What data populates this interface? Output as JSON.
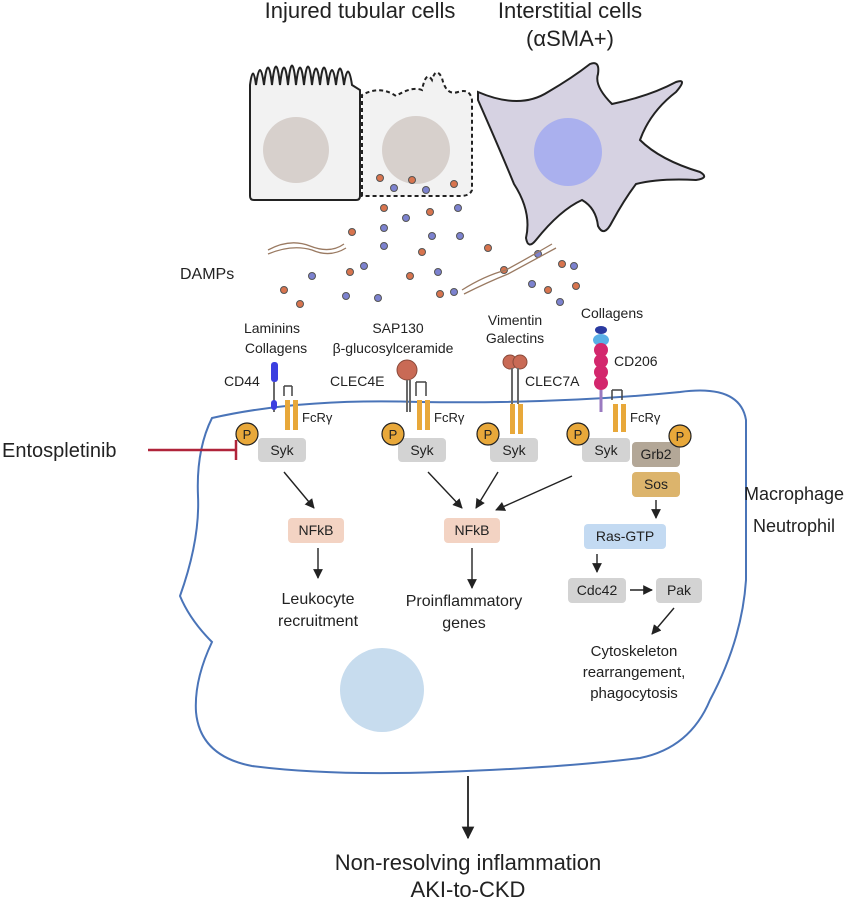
{
  "colors": {
    "membrane": "#4a74b8",
    "cell_fill": "#f2f2f2",
    "nucleus": "#d7d0cc",
    "interstitial_fill": "#d6d2e2",
    "interstitial_nucleus": "#aab0ee",
    "macrophage_nucleus": "#c7dcee",
    "receptor_bar": "#e8a83a",
    "phospho": "#e8a83a",
    "syk_box": "#d3d3d3",
    "nfkb_box": "#f3d3c3",
    "ras_box": "#c3daf2",
    "grb2_box": "#b3a797",
    "sos_box": "#dcb46c",
    "inhibitor": "#b0243a",
    "damp_red": "#d8744e",
    "damp_blue": "#7c82cf",
    "fiber": "#9a7a62",
    "cd44": "#3b3fe0",
    "clec4e_ligand": "#c96a55",
    "collagen_pink": "#d3276d",
    "collagen_cyan": "#5ab0e6",
    "collagen_navy": "#2a3aa0"
  },
  "header": {
    "injured_tubular": "Injured tubular cells",
    "interstitial_line1": "Interstitial cells",
    "interstitial_line2": "(αSMA+)"
  },
  "damps_label": "DAMPs",
  "ligands": {
    "laminins": "Laminins",
    "collagens_left": "Collagens",
    "sap130": "SAP130",
    "glucosylceramide": "β-glucosylceramide",
    "vimentin": "Vimentin",
    "galectins": "Galectins",
    "collagens_right": "Collagens"
  },
  "receptors": {
    "cd44": "CD44",
    "clec4e": "CLEC4E",
    "clec7a": "CLEC7A",
    "cd206": "CD206",
    "fcry": "FcRγ"
  },
  "signaling": {
    "phospho": "P",
    "syk": "Syk",
    "nfkb": "NFkB",
    "grb2": "Grb2",
    "sos": "Sos",
    "ras": "Ras-GTP",
    "cdc42": "Cdc42",
    "pak": "Pak"
  },
  "outcomes": {
    "leukocyte_line1": "Leukocyte",
    "leukocyte_line2": "recruitment",
    "proinflam_line1": "Proinflammatory",
    "proinflam_line2": "genes",
    "cyto_line1": "Cytoskeleton",
    "cyto_line2": "rearrangement,",
    "cyto_line3": "phagocytosis"
  },
  "inhibitor_label": "Entospletinib",
  "cell_type": {
    "line1": "Macrophage",
    "line2": "Neutrophil"
  },
  "bottom": {
    "line1": "Non-resolving inflammation",
    "line2": "AKI-to-CKD"
  }
}
